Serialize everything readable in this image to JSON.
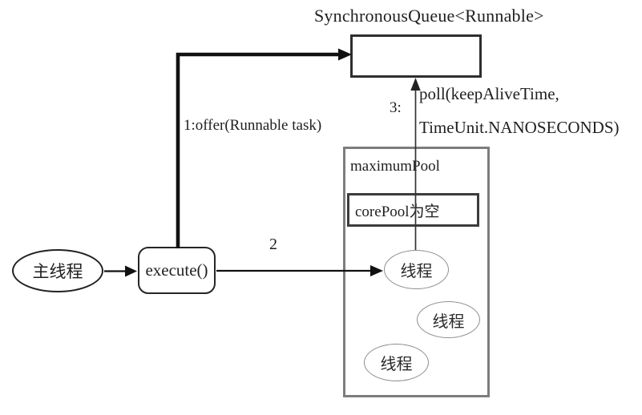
{
  "diagram": {
    "title": "SynchronousQueue<Runnable>",
    "nodes": {
      "main_thread": "主线程",
      "execute": "execute()",
      "maximum_pool": "maximumPool",
      "core_pool": "corePool为空",
      "thread1": "线程",
      "thread2": "线程",
      "thread3": "线程"
    },
    "edge_labels": {
      "offer": "1:offer(Runnable task)",
      "step2": "2",
      "step3": "3:",
      "poll_line1": "poll(keepAliveTime,",
      "poll_line2": "TimeUnit.NANOSECONDS)"
    },
    "colors": {
      "background": "#ffffff",
      "ink": "#1f1f1f",
      "queue_border": "#2e2e2e",
      "pool_border": "#7d7d7d",
      "core_pool_border": "#3c3c3c",
      "thread_ellipse_border": "#8f8f8f"
    }
  }
}
